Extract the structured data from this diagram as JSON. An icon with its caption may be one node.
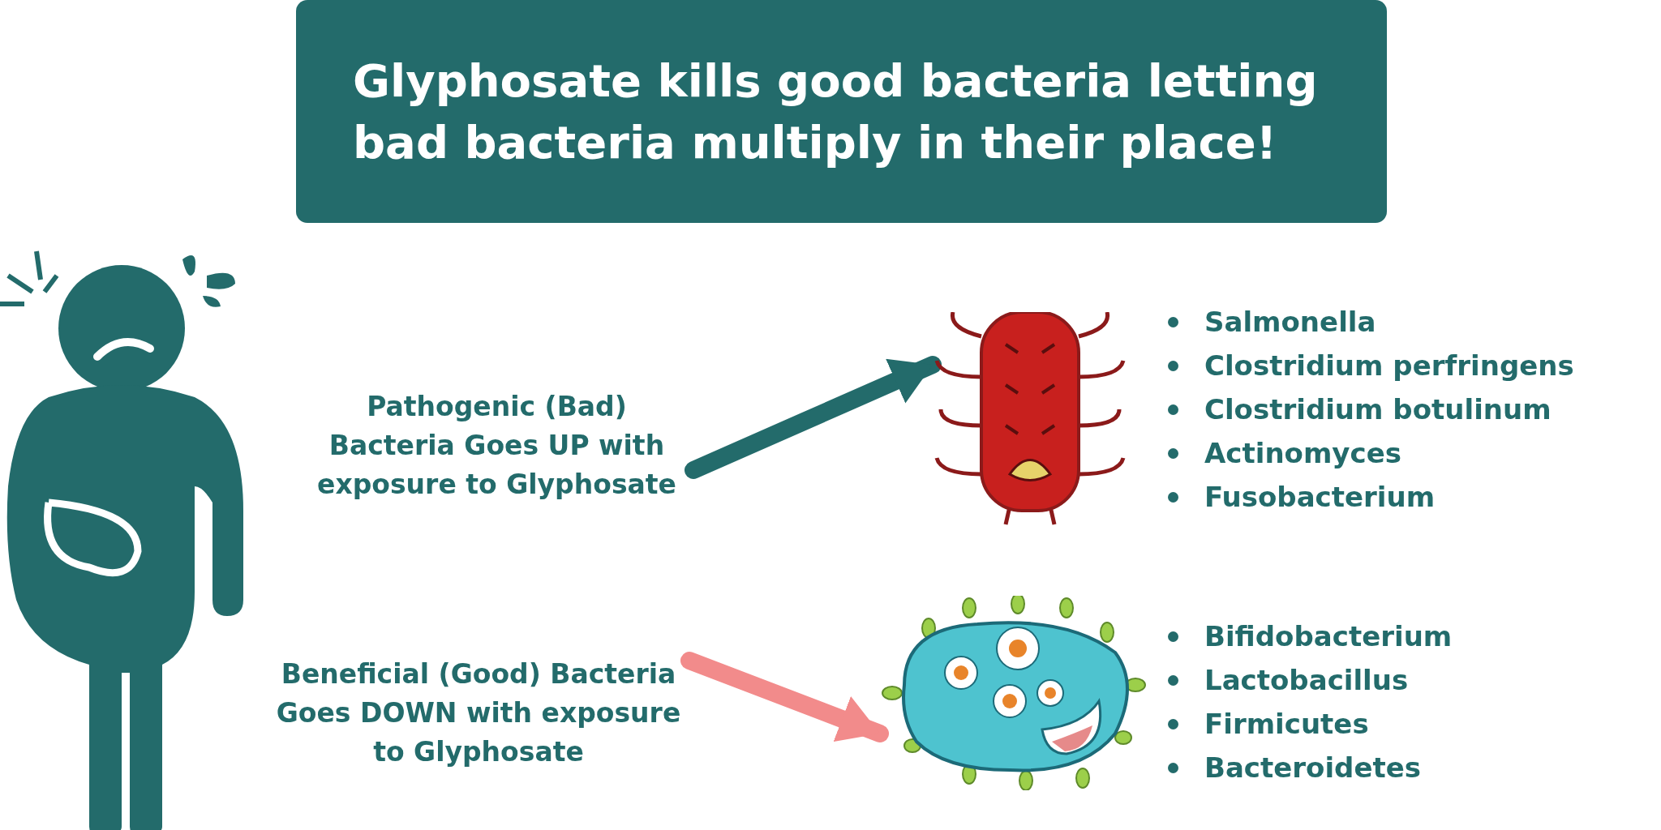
{
  "diagram": {
    "title": "Glyphosate kills good bacteria letting bad bacteria multiply in their place!",
    "nodes": [
      {
        "text": [
          "Pathogenic (Bad) Bacteria Goes UP with exposure to Glyphosate"
        ]
      },
      {
        "text": [],
        "shape": "picture"
      },
      {
        "text": [
          "Beneficial (Good) Bacteria Goes DOWN with exposure to Glyphosate"
        ]
      },
      {
        "text": [],
        "shape": "picture"
      }
    ],
    "edges": [
      {
        "from": 0,
        "to": 1,
        "arrow": "to",
        "color": "#236b6b"
      },
      {
        "from": 2,
        "to": 3,
        "arrow": "to",
        "color": "#f28b8b"
      }
    ],
    "labels": [
      "Salmonella",
      "Clostridium perfringens",
      "Clostridium botulinum",
      "Actinomyces",
      "Fusobacterium",
      "Bifidobacterium",
      "Lactobacillus",
      "Firmicutes",
      "Bacteroidetes"
    ]
  }
}
